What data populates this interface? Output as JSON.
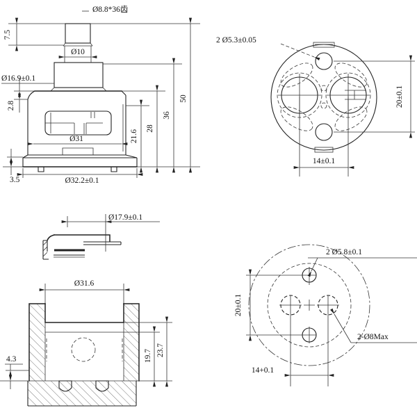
{
  "drawing": {
    "type": "engineering-drawing",
    "part": "faucet cartridge",
    "line_color": "#222222",
    "background": "#ffffff"
  },
  "views": {
    "side_section": {
      "name": "side section view",
      "dims": {
        "spline_spec": "Ø8.8*36齿",
        "spline_height": "7.5",
        "stem_diameter": "Ø10",
        "knurl_diameter": "Ø16.9±0.1",
        "flange_thickness": "2.8",
        "body_diameter": "Ø31",
        "height_shoulder": "21.6",
        "height_flange": "28",
        "height_knurl": "36",
        "height_total": "50",
        "base_thickness": "3.5",
        "base_diameter": "Ø32.2±0.1"
      }
    },
    "top_view": {
      "name": "top circular view",
      "dims": {
        "small_holes": "2 Ø5.3±0.05",
        "vertical_pitch": "20±0.1",
        "horizontal_pitch": "14±0.1"
      }
    },
    "cap_section": {
      "name": "base cap section view",
      "dims": {
        "cap_diameter": "Ø17.9±0.1",
        "bore_diameter": "Ø31.6",
        "foot_height": "4.3",
        "depth_inner": "19.7",
        "depth_outer": "23.7"
      }
    },
    "bottom_view": {
      "name": "bottom circular view",
      "dims": {
        "small_holes": "2 Ø5.8±0.1",
        "vertical_pitch": "20±0.1",
        "horizontal_pitch": "14+0.1",
        "max_holes": "2-Ø8Max"
      }
    }
  }
}
